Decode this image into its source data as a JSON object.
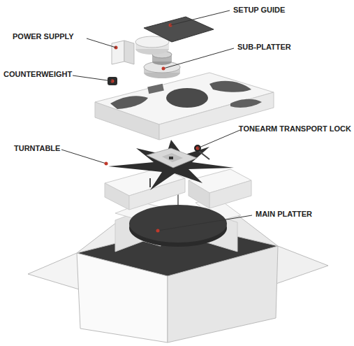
{
  "diagram": {
    "labels": [
      "SETUP GUIDE",
      "POWER SUPPLY",
      "SUB-PLATTER",
      "COUNTERWEIGHT",
      "TONEARM TRANSPORT LOCK",
      "TURNTABLE",
      "MAIN PLATTER"
    ]
  }
}
